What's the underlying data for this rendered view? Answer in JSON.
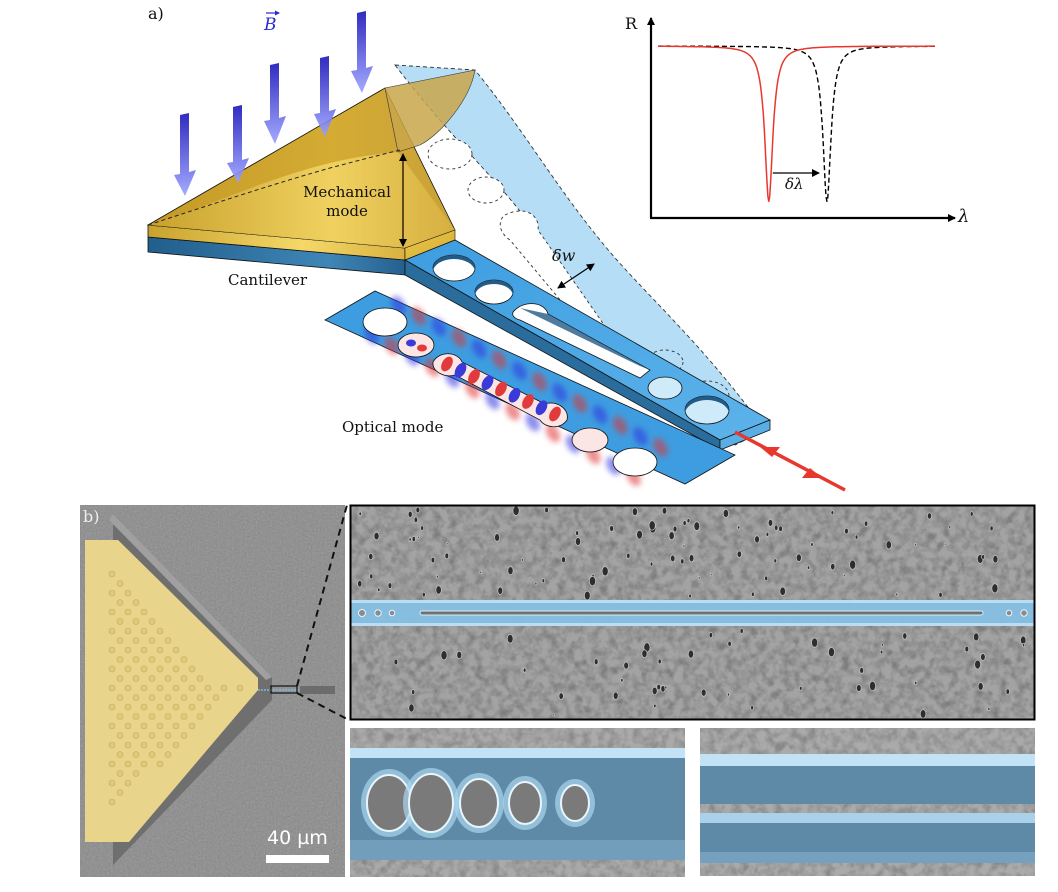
{
  "panel_a": {
    "label": "a)",
    "field_label": "B",
    "mechanical_mode_line1": "Mechanical",
    "mechanical_mode_line2": "mode",
    "cantilever_label": "Cantilever",
    "width_change_label": "δw",
    "optical_mode_label": "Optical mode",
    "colors": {
      "gold": "#d9b13a",
      "blue": "#3d9de0",
      "light_blue": "#a8d8f5",
      "field_arrow": "#2a2ad0",
      "laser": "#e8382e"
    }
  },
  "inset_plot": {
    "y_label": "R",
    "x_label": "λ",
    "shift_label": "δλ"
  },
  "chart_data": {
    "type": "line",
    "title": "",
    "xlabel": "λ",
    "ylabel": "R",
    "xlim": [
      0,
      10
    ],
    "ylim": [
      0,
      1
    ],
    "series": [
      {
        "name": "shifted resonance",
        "style": "solid",
        "color": "#e8382e",
        "center": 4.0,
        "width": 0.35,
        "depth": 0.98
      },
      {
        "name": "original resonance",
        "style": "dashed",
        "color": "#000000",
        "center": 6.1,
        "width": 0.35,
        "depth": 0.98
      }
    ],
    "annotations": [
      {
        "text": "δλ",
        "from": 4.0,
        "to": 6.1
      }
    ]
  },
  "panel_b": {
    "label": "b)",
    "scale_bar": "40 µm",
    "colors": {
      "sem_gray": "#8c8c8c",
      "gold_overlay": "#e8d48a",
      "blue_overlay": "#7fb8dc"
    }
  }
}
